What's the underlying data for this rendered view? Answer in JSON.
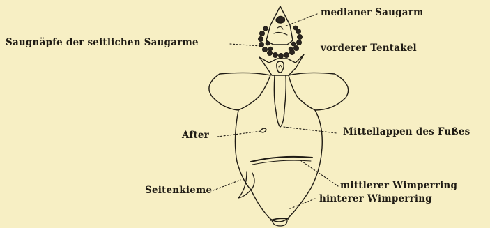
{
  "figure": {
    "labels": {
      "medianer_saugarm": "medianer Saugarm",
      "saugnaepfe": "Saugnäpfe der seitlichen Saugarme",
      "vorderer_tentakel": "vorderer Tentakel",
      "mittellappen": "Mittellappen des Fußes",
      "after": "After",
      "seitenkieme": "Seitenkieme",
      "mittlerer_wimperring": "mittlerer Wimperring",
      "hinterer_wimperring": "hinterer Wimperring"
    },
    "colors": {
      "background": "#f7efc4",
      "ink": "#1f1b14",
      "sucker_fill": "#2a2520"
    }
  }
}
